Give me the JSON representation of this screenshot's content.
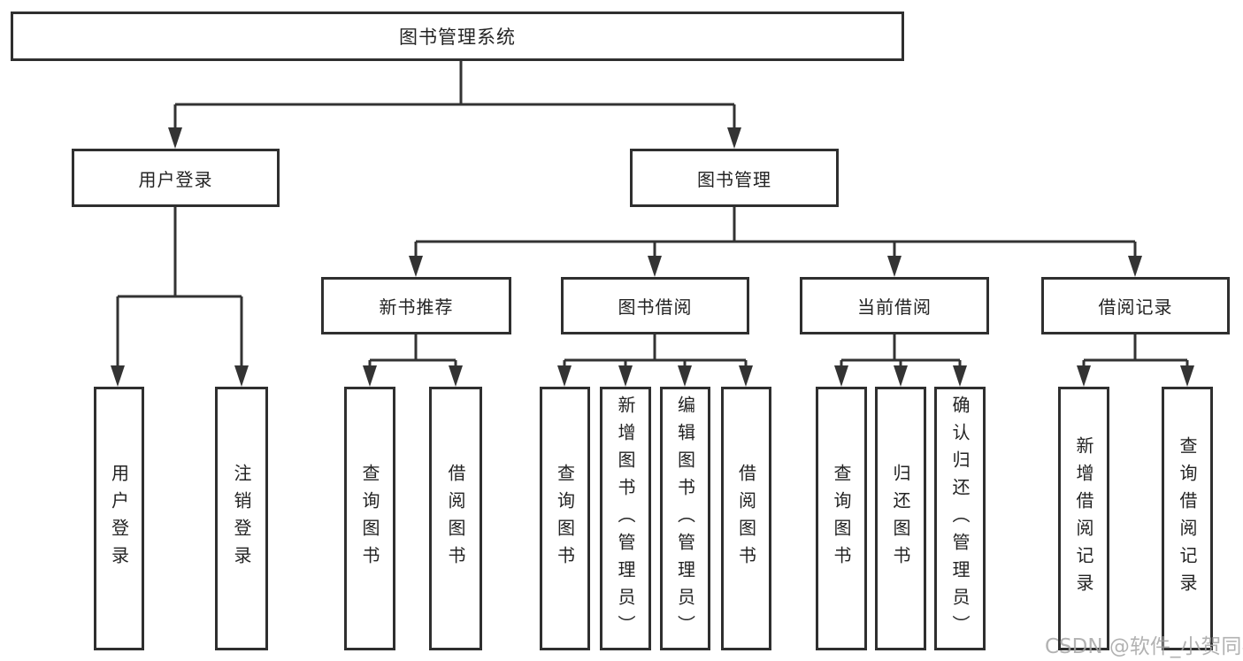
{
  "diagram": {
    "type": "hierarchy-tree",
    "orientation": "top-down"
  },
  "colors": {
    "background": "#ffffff",
    "line": "#333333",
    "box_border": "#2f2f2f",
    "text": "#232323",
    "watermark": "#a5a5a5"
  },
  "tree": {
    "root": {
      "label": "图书管理系统",
      "children": [
        {
          "label": "用户登录",
          "children": [
            {
              "label": "用户登录"
            },
            {
              "label": "注销登录"
            }
          ]
        },
        {
          "label": "图书管理",
          "children": [
            {
              "label": "新书推荐",
              "children": [
                {
                  "label": "查询图书"
                },
                {
                  "label": "借阅图书"
                }
              ]
            },
            {
              "label": "图书借阅",
              "children": [
                {
                  "label": "查询图书"
                },
                {
                  "label": "新增图书（管理员）"
                },
                {
                  "label": "编辑图书（管理员）"
                },
                {
                  "label": "借阅图书"
                }
              ]
            },
            {
              "label": "当前借阅",
              "children": [
                {
                  "label": "查询图书"
                },
                {
                  "label": "归还图书"
                },
                {
                  "label": "确认归还（管理员）"
                }
              ]
            },
            {
              "label": "借阅记录",
              "children": [
                {
                  "label": "新增借阅记录"
                },
                {
                  "label": "查询借阅记录"
                }
              ]
            }
          ]
        }
      ]
    }
  },
  "watermark": {
    "text": "CSDN @软件_小贺同学"
  }
}
